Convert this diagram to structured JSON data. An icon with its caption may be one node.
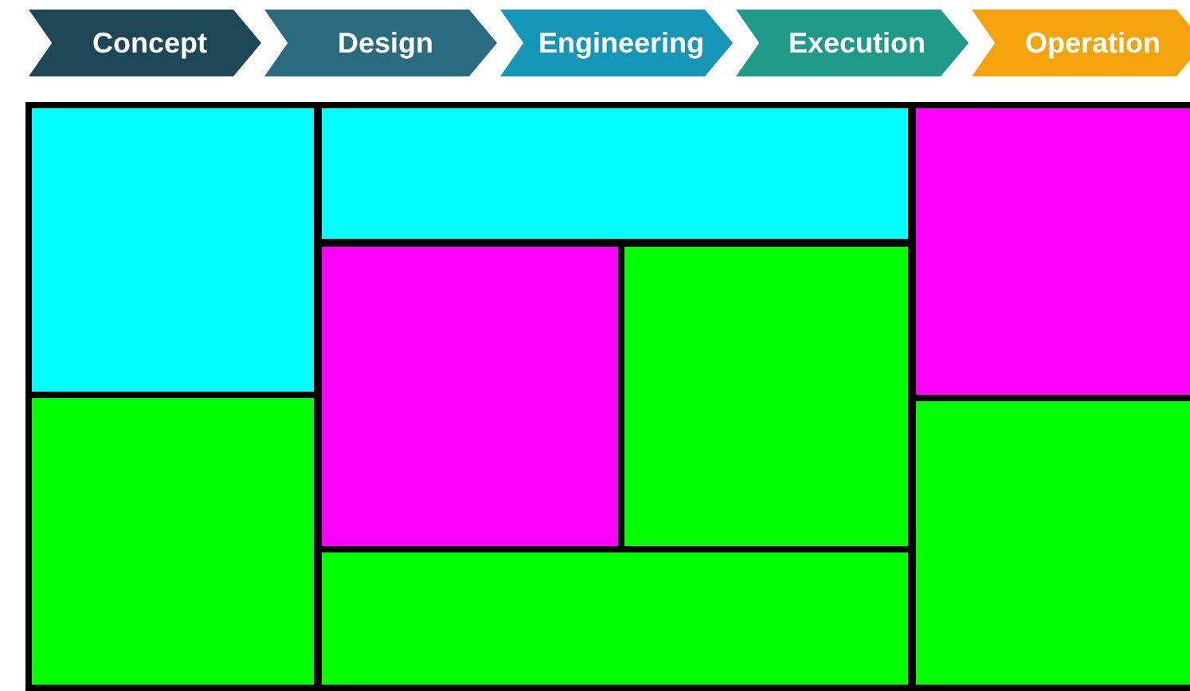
{
  "diagram": {
    "nodes": [
      {
        "text": [
          "Concept"
        ]
      },
      {
        "text": [
          "Design"
        ]
      },
      {
        "text": [
          "Engineering"
        ]
      },
      {
        "text": [
          "Execution"
        ]
      },
      {
        "text": [
          "Operation"
        ]
      },
      {
        "text": [],
        "shape": "box"
      },
      {
        "text": [],
        "shape": "box",
        "in": 5
      },
      {
        "text": [],
        "shape": "box",
        "in": 5
      },
      {
        "text": [],
        "shape": "box",
        "in": 5
      },
      {
        "text": [],
        "shape": "box",
        "in": 5
      },
      {
        "text": [],
        "shape": "box",
        "in": 5
      },
      {
        "text": [],
        "shape": "box",
        "in": 5
      },
      {
        "text": [],
        "shape": "box",
        "in": 5
      },
      {
        "text": [],
        "shape": "box",
        "in": 5
      }
    ]
  }
}
